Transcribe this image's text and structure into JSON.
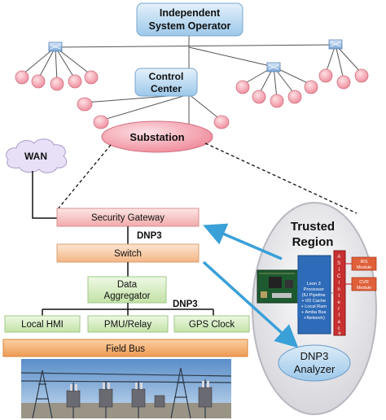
{
  "nodes": {
    "iso_line1": "Independent",
    "iso_line2": "System Operator",
    "cc_line1": "Control",
    "cc_line2": "Center",
    "substation": "Substation",
    "wan": "WAN",
    "security_gateway": "Security Gateway",
    "dnp3_top": "DNP3",
    "switch": "Switch",
    "aggregator_line1": "Data",
    "aggregator_line2": "Aggregator",
    "dnp3_mid": "DNP3",
    "local_hmi": "Local HMI",
    "pmu_relay": "PMU/Relay",
    "gps_clock": "GPS Clock",
    "field_bus": "Field Bus"
  },
  "trusted": {
    "title_line1": "Trusted",
    "title_line2": "Region",
    "processor_lines": [
      "Leon 3",
      "Processor",
      "(IU Pipeline",
      "+ I/D Cache",
      "+ Local Ram",
      "+ Amba Bus",
      "+Network)"
    ],
    "interface_letters": [
      "A",
      "S",
      "I",
      "C",
      "I",
      "n",
      "t",
      "e",
      "r",
      "f",
      "a",
      "c",
      "e"
    ],
    "module_1": [
      "IRS",
      "Module"
    ],
    "module_2": [
      "CVR",
      "Module"
    ],
    "analyzer_line1": "DNP3",
    "analyzer_line2": "Analyzer"
  },
  "colors": {
    "blue_box": "#b8d8f0",
    "node_pink": "#f4a8b4",
    "bar_pink": "#f6c4c4",
    "bar_peach": "#f8c8a0",
    "bar_green": "#d4ecc0",
    "field_bus": "#f4b070",
    "arrow_blue": "#3aa0d8",
    "processor_blue": "#2e6bb8",
    "interface_red": "#c83030"
  }
}
